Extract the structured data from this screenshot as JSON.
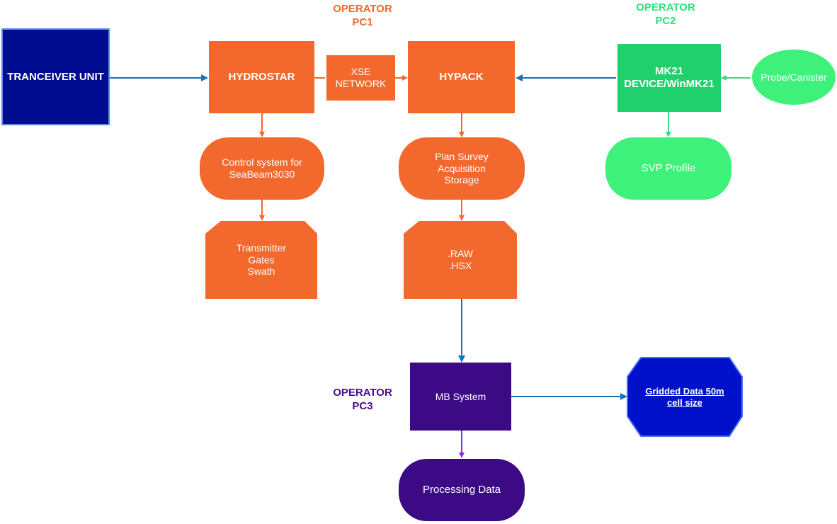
{
  "operators": {
    "pc1": "OPERATOR\nPC1",
    "pc2": "OPERATOR\nPC2",
    "pc3": "OPERATOR\nPC3"
  },
  "nodes": {
    "tranceiver": "TRANCEIVER UNIT",
    "hydrostar": "HYDROSTAR",
    "xse": "XSE\nNETWORK",
    "hypack": "HYPACK",
    "mk21": "MK21\nDEVICE/WinMK21",
    "probe": "Probe/Canister",
    "control": "Control system for\nSeaBeam3030",
    "plan": "Plan Survey\nAcquisition\nStorage",
    "svp": "SVP Profile",
    "transmitter": "Transmitter\nGates\nSwath",
    "raw": ".RAW\n.HSX",
    "mbsystem": "MB System",
    "gridded": "Gridded Data 50m\ncell size",
    "processing": "Processing Data"
  },
  "colors": {
    "navy": "#000c8f",
    "orange": "#f2682d",
    "green": "#1fd06c",
    "light_green": "#3ef17a",
    "purple": "#3b0a84",
    "blue_arrow": "#1a73b8",
    "orange_arrow": "#f2682d",
    "green_arrow": "#3fd888",
    "purple_arrow": "#8a2be2"
  }
}
